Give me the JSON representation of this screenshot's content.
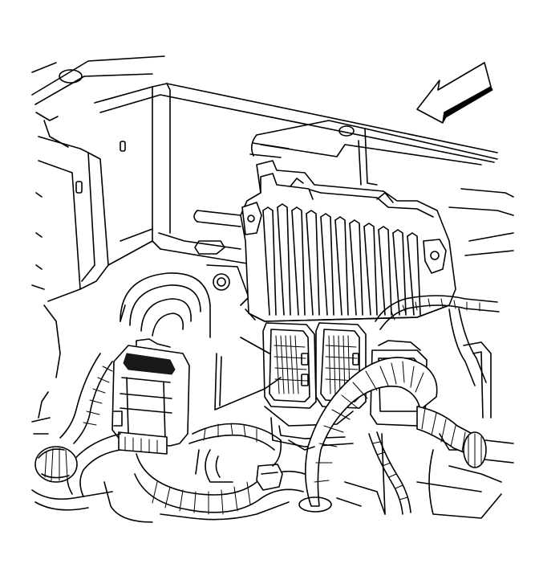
{
  "diagram": {
    "type": "service-illustration",
    "components": [
      {
        "id": "engine-control-module",
        "icon": "ecm-finned-housing"
      },
      {
        "id": "ecm-connector-1",
        "icon": "multi-pin-connector"
      },
      {
        "id": "ecm-connector-2",
        "icon": "multi-pin-connector"
      },
      {
        "id": "ecm-connector-3",
        "icon": "multi-pin-connector"
      },
      {
        "id": "disconnected-harness-connector",
        "icon": "harness-connector"
      },
      {
        "id": "wiring-harness",
        "icon": "convoluted-conduit"
      },
      {
        "id": "mounting-bracket",
        "icon": "sheet-metal-bracket"
      },
      {
        "id": "direction-arrow",
        "icon": "forward-arrow"
      }
    ],
    "colors": {
      "line": "#000000",
      "background": "#ffffff"
    }
  }
}
